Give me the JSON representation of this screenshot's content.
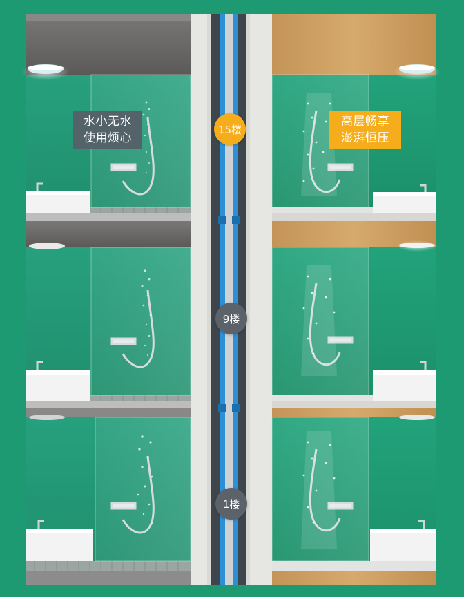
{
  "left_label": {
    "line1": "水小无水",
    "line2": "使用烦心"
  },
  "right_label": {
    "line1": "高层畅享",
    "line2": "澎湃恒压"
  },
  "floors": [
    {
      "label": "15楼",
      "color": "#f6ad1c"
    },
    {
      "label": "9楼",
      "color": "#5b6269"
    },
    {
      "label": "1楼",
      "color": "#5b6269"
    }
  ],
  "colors": {
    "background": "#1e9a72",
    "wall_left": "#2b9f7c",
    "wall_right": "#23a07a",
    "ceiling_left": "#6b6967",
    "ceiling_right": "#c89a5c",
    "shaft": "#e6e6e2",
    "water_pipe": "#2d8fd6",
    "badge_active": "#f6ad1c",
    "badge_inactive": "#5b6269"
  },
  "icons": [
    "ceiling-light-icon",
    "shower-icon",
    "sink-icon",
    "water-spray-icon"
  ]
}
